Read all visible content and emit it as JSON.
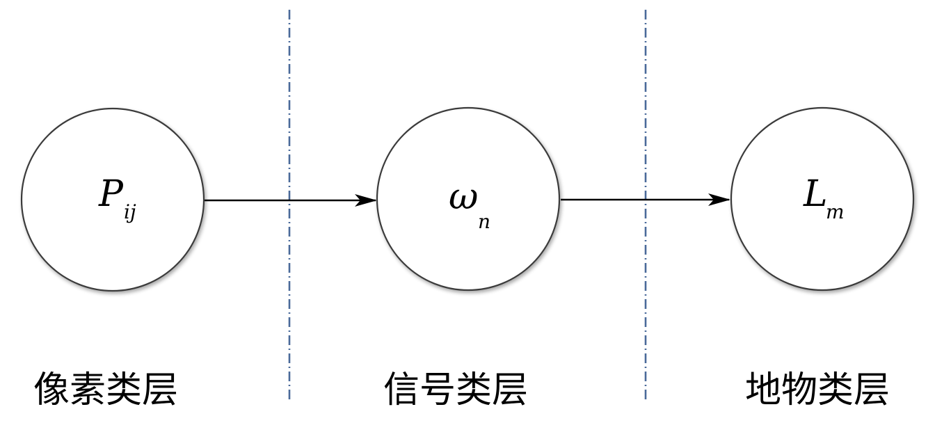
{
  "nodes": {
    "pixel": {
      "symbol": "P",
      "subscript": "ij"
    },
    "signal": {
      "symbol": "ω",
      "subscript": "n"
    },
    "object": {
      "symbol": "L",
      "subscript": "m"
    }
  },
  "layers": {
    "pixel_layer": "像素类层",
    "signal_layer": "信号类层",
    "object_layer": "地物类层"
  },
  "colors": {
    "divider": "#4a6a9a",
    "node_stroke": "#3a3a3a",
    "edge": "#000000"
  }
}
